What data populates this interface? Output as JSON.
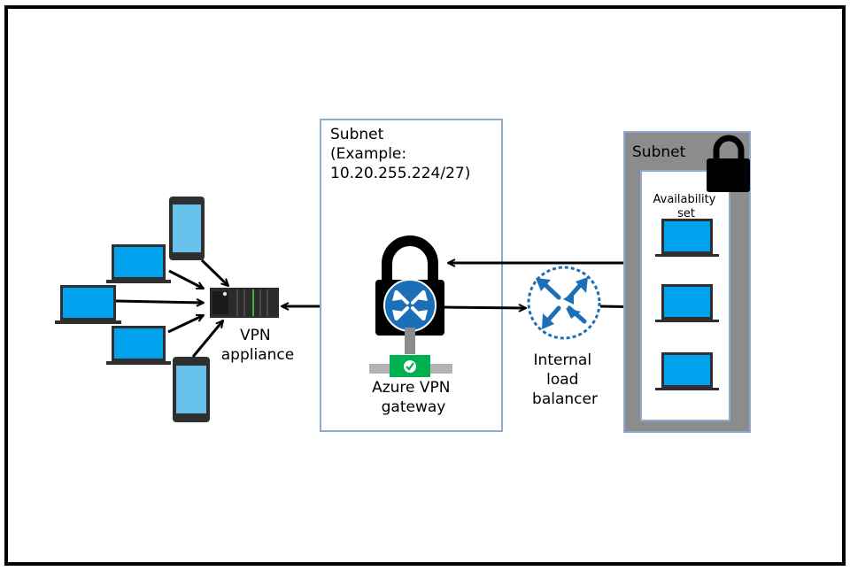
{
  "colors": {
    "border": "#000000",
    "subnet_box": "#8eaacd",
    "subnet_gray": "#8c8c8c",
    "screen_blue": "#00a2ed",
    "phone_blue": "#66c2ea",
    "router_blue": "#1b6fb6",
    "lb_blue": "#1b6fb6",
    "check_green": "#00b050",
    "appliance_dark": "#2b2b2b"
  },
  "labels": {
    "vpn_appliance": [
      "VPN",
      "appliance"
    ],
    "gateway_subnet": [
      "Subnet",
      "(Example:",
      "10.20.255.224/27)"
    ],
    "azure_vpn_gateway": [
      "Azure VPN",
      "gateway"
    ],
    "internal_lb": [
      "Internal",
      "load",
      "balancer"
    ],
    "backend_subnet": "Subnet",
    "availability_set": [
      "Availability",
      "set"
    ]
  },
  "icons": {
    "client_devices": [
      "phone-icon",
      "laptop-icon",
      "laptop-icon",
      "laptop-icon",
      "phone-icon"
    ],
    "appliance": "vpn-appliance-icon",
    "gateway": "vpn-gateway-lock-router-icon",
    "gateway_connector": "network-connector-check-icon",
    "load_balancer": "load-balancer-icon",
    "subnet_lock": "padlock-icon",
    "vms": [
      "laptop-icon",
      "laptop-icon",
      "laptop-icon"
    ]
  }
}
